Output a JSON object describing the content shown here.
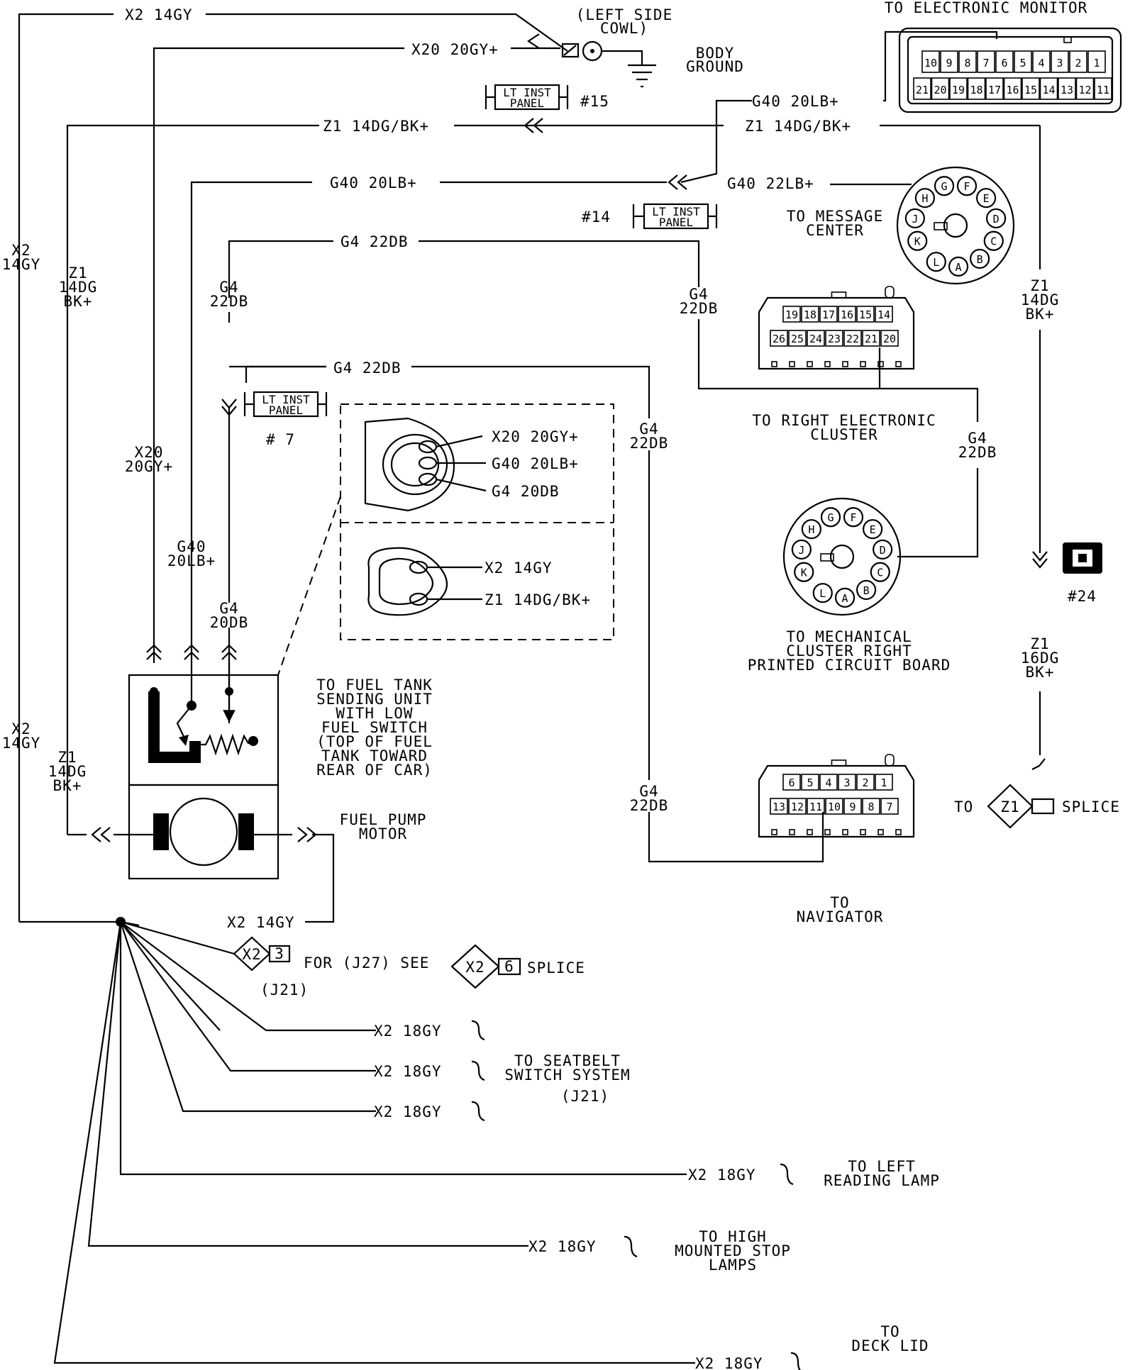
{
  "labels": {
    "left_cowl": [
      "(LEFT SIDE",
      "COWL)"
    ],
    "body_ground": [
      "BODY",
      "GROUND"
    ],
    "electronic_monitor": "TO ELECTRONIC MONITOR",
    "message_center": [
      "TO MESSAGE",
      "CENTER"
    ],
    "right_cluster": [
      "TO RIGHT ELECTRONIC",
      "CLUSTER"
    ],
    "mech_cluster": [
      "TO MECHANICAL",
      "CLUSTER RIGHT",
      "PRINTED CIRCUIT BOARD"
    ],
    "navigator": [
      "TO",
      "NAVIGATOR"
    ],
    "fuel_tank": [
      "TO FUEL TANK",
      "SENDING UNIT",
      "WITH LOW",
      "FUEL SWITCH",
      "(TOP OF FUEL",
      "TANK TOWARD",
      "REAR OF CAR)"
    ],
    "fuel_pump": [
      "FUEL PUMP",
      "MOTOR"
    ],
    "seatbelt": [
      "TO SEATBELT",
      "SWITCH SYSTEM"
    ],
    "left_reading": [
      "TO LEFT",
      "READING LAMP"
    ],
    "high_stop": [
      "TO HIGH",
      "MOUNTED STOP",
      "LAMPS"
    ],
    "deck_lid": [
      "TO",
      "DECK LID"
    ],
    "j21_seatbelt": "(J21)",
    "to_z1": "TO",
    "splice_z1": "SPLICE",
    "for_j27": "FOR (J27) SEE",
    "splice_x2": "SPLICE",
    "j21_left": "(J21)"
  },
  "panels": {
    "lt_inst": [
      "LT INST",
      "PANEL"
    ],
    "p15": "#15",
    "p14": "#14",
    "p7": "# 7",
    "p24": "#24"
  },
  "wires": {
    "x2_14gy_top": "X2 14GY",
    "x20_20gy_top": "X20 20GY+",
    "g40_20lb_right": "G40 20LB+",
    "z1_left": "Z1 14DG/BK+",
    "z1_right": "Z1 14DG/BK+",
    "g40_20lb_mid": "G40 20LB+",
    "g40_22lb": "G40 22LB+",
    "g4_22db_a": "G4 22DB",
    "g4_22db_b": "G4 22DB",
    "x2_14gy_bottom": "X2 14GY",
    "conn_x20": "X20 20GY+",
    "conn_g40": "G40 20LB+",
    "conn_g4": "G4 20DB",
    "conn_x2": "X2 14GY",
    "conn_z1": "Z1 14DG/BK+",
    "x2_18gy_1": "X2 18GY",
    "x2_18gy_2": "X2 18GY",
    "x2_18gy_3": "X2 18GY",
    "x2_18gy_4": "X2 18GY",
    "x2_18gy_5": "X2 18GY",
    "x2_18gy_6": "X2 18GY"
  },
  "vlabels": {
    "x2_a": [
      "X2",
      "14GY"
    ],
    "x2_b": [
      "X2",
      "14GY"
    ],
    "z1_a": [
      "Z1",
      "14DG",
      "BK+"
    ],
    "z1_b": [
      "Z1",
      "14DG",
      "BK+"
    ],
    "z1_c": [
      "Z1",
      "14DG",
      "BK+"
    ],
    "z1_d": [
      "Z1",
      "16DG",
      "BK+"
    ],
    "x20": [
      "X20",
      "20GY+"
    ],
    "g40": [
      "G40",
      "20LB+"
    ],
    "g4_20db": [
      "G4",
      "20DB"
    ],
    "g4_a": [
      "G4",
      "22DB"
    ],
    "g4_b": [
      "G4",
      "22DB"
    ],
    "g4_c": [
      "G4",
      "22DB"
    ],
    "g4_d": [
      "G4",
      "22DB"
    ],
    "g4_e": [
      "G4",
      "22DB"
    ]
  },
  "splices": {
    "x2_3": [
      "X2",
      "3"
    ],
    "x2_6": [
      "X2",
      "6"
    ],
    "z1": [
      "Z1",
      ""
    ]
  },
  "connectors": {
    "monitor_top": [
      "10",
      "9",
      "8",
      "7",
      "6",
      "5",
      "4",
      "3",
      "2",
      "1"
    ],
    "monitor_bottom": [
      "21",
      "20",
      "19",
      "18",
      "17",
      "16",
      "15",
      "14",
      "13",
      "12",
      "11"
    ],
    "cluster_top": [
      "19",
      "18",
      "17",
      "16",
      "15",
      "14"
    ],
    "cluster_bottom": [
      "26",
      "25",
      "24",
      "23",
      "22",
      "21",
      "20"
    ],
    "nav_top": [
      "6",
      "5",
      "4",
      "3",
      "2",
      "1"
    ],
    "nav_bottom": [
      "13",
      "12",
      "11",
      "10",
      "9",
      "8",
      "7"
    ],
    "round_pins": [
      "K",
      "J",
      "H",
      "G",
      "F",
      "E",
      "D",
      "C",
      "B",
      "A",
      "L"
    ]
  }
}
